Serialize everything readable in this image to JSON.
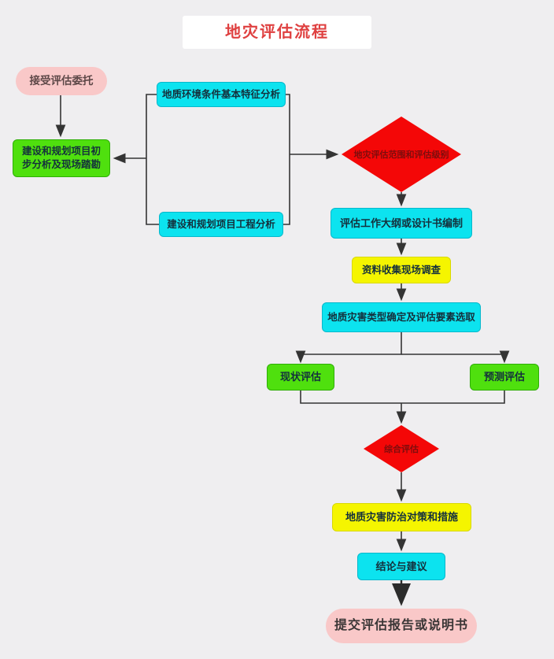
{
  "palette": {
    "background": "#efeef0",
    "title_text": "#df4040",
    "pink_node": "#f9c8c8",
    "green_node": "#4fe00e",
    "cyan_node": "#0ce3ef",
    "yellow_node": "#f5f500",
    "red_diamond": "#f40707",
    "connector_line": "#343434",
    "node_text": "#14303c",
    "diamond_text": "#7d0d0d"
  },
  "title": "地灾评估流程",
  "nodes": {
    "accept": {
      "label": "接受评估委托"
    },
    "initial_analysis": {
      "label": "建设和规划项目初步分析及现场踏勘"
    },
    "env_analysis": {
      "label": "地质环境条件基本特征分析"
    },
    "project_analysis": {
      "label": "建设和规划项目工程分析"
    },
    "scope_level_decision": {
      "label": "地灾评估范围和评估级别"
    },
    "outline": {
      "label": "评估工作大纲或设计书编制"
    },
    "data_collection": {
      "label": "资料收集现场调查"
    },
    "type_elements": {
      "label": "地质灾害类型确定及评估要素选取"
    },
    "current_eval": {
      "label": "现状评估"
    },
    "predict_eval": {
      "label": "预测评估"
    },
    "comprehensive_decision": {
      "label": "综合评估"
    },
    "prevention": {
      "label": "地质灾害防治对策和措施"
    },
    "conclusion": {
      "label": "结论与建议"
    },
    "submit": {
      "label": "提交评估报告或说明书"
    }
  }
}
